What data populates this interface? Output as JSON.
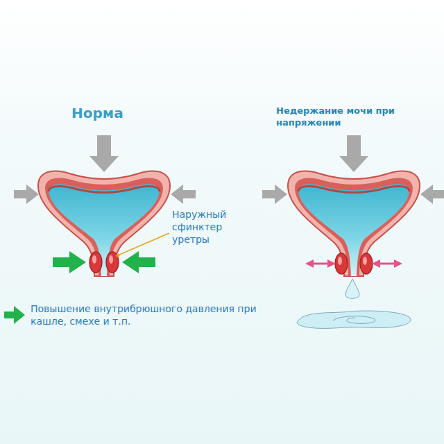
{
  "diagram": {
    "labels": [
      "Норма",
      "Недержание мочи при напряжении",
      "Наружный сфинктер уретры"
    ],
    "legend": [
      {
        "text": "Повышение внутрибрюшного давления при кашле, смехе и т.п."
      }
    ]
  }
}
